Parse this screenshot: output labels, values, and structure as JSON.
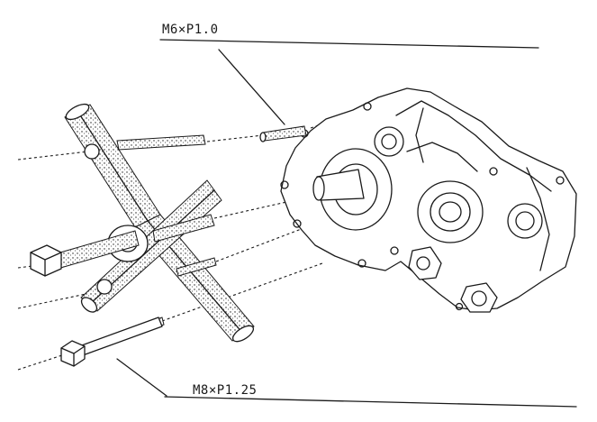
{
  "labels": {
    "top_bolt_spec": "M6×P1.0",
    "bottom_bolt_spec": "M8×P1.25"
  },
  "parts": {
    "puller_tool": "crankcase-puller",
    "crankcase": "right-crankcase-half",
    "short_bolt": "m6-bolt",
    "long_bolt": "m8-bolt"
  }
}
